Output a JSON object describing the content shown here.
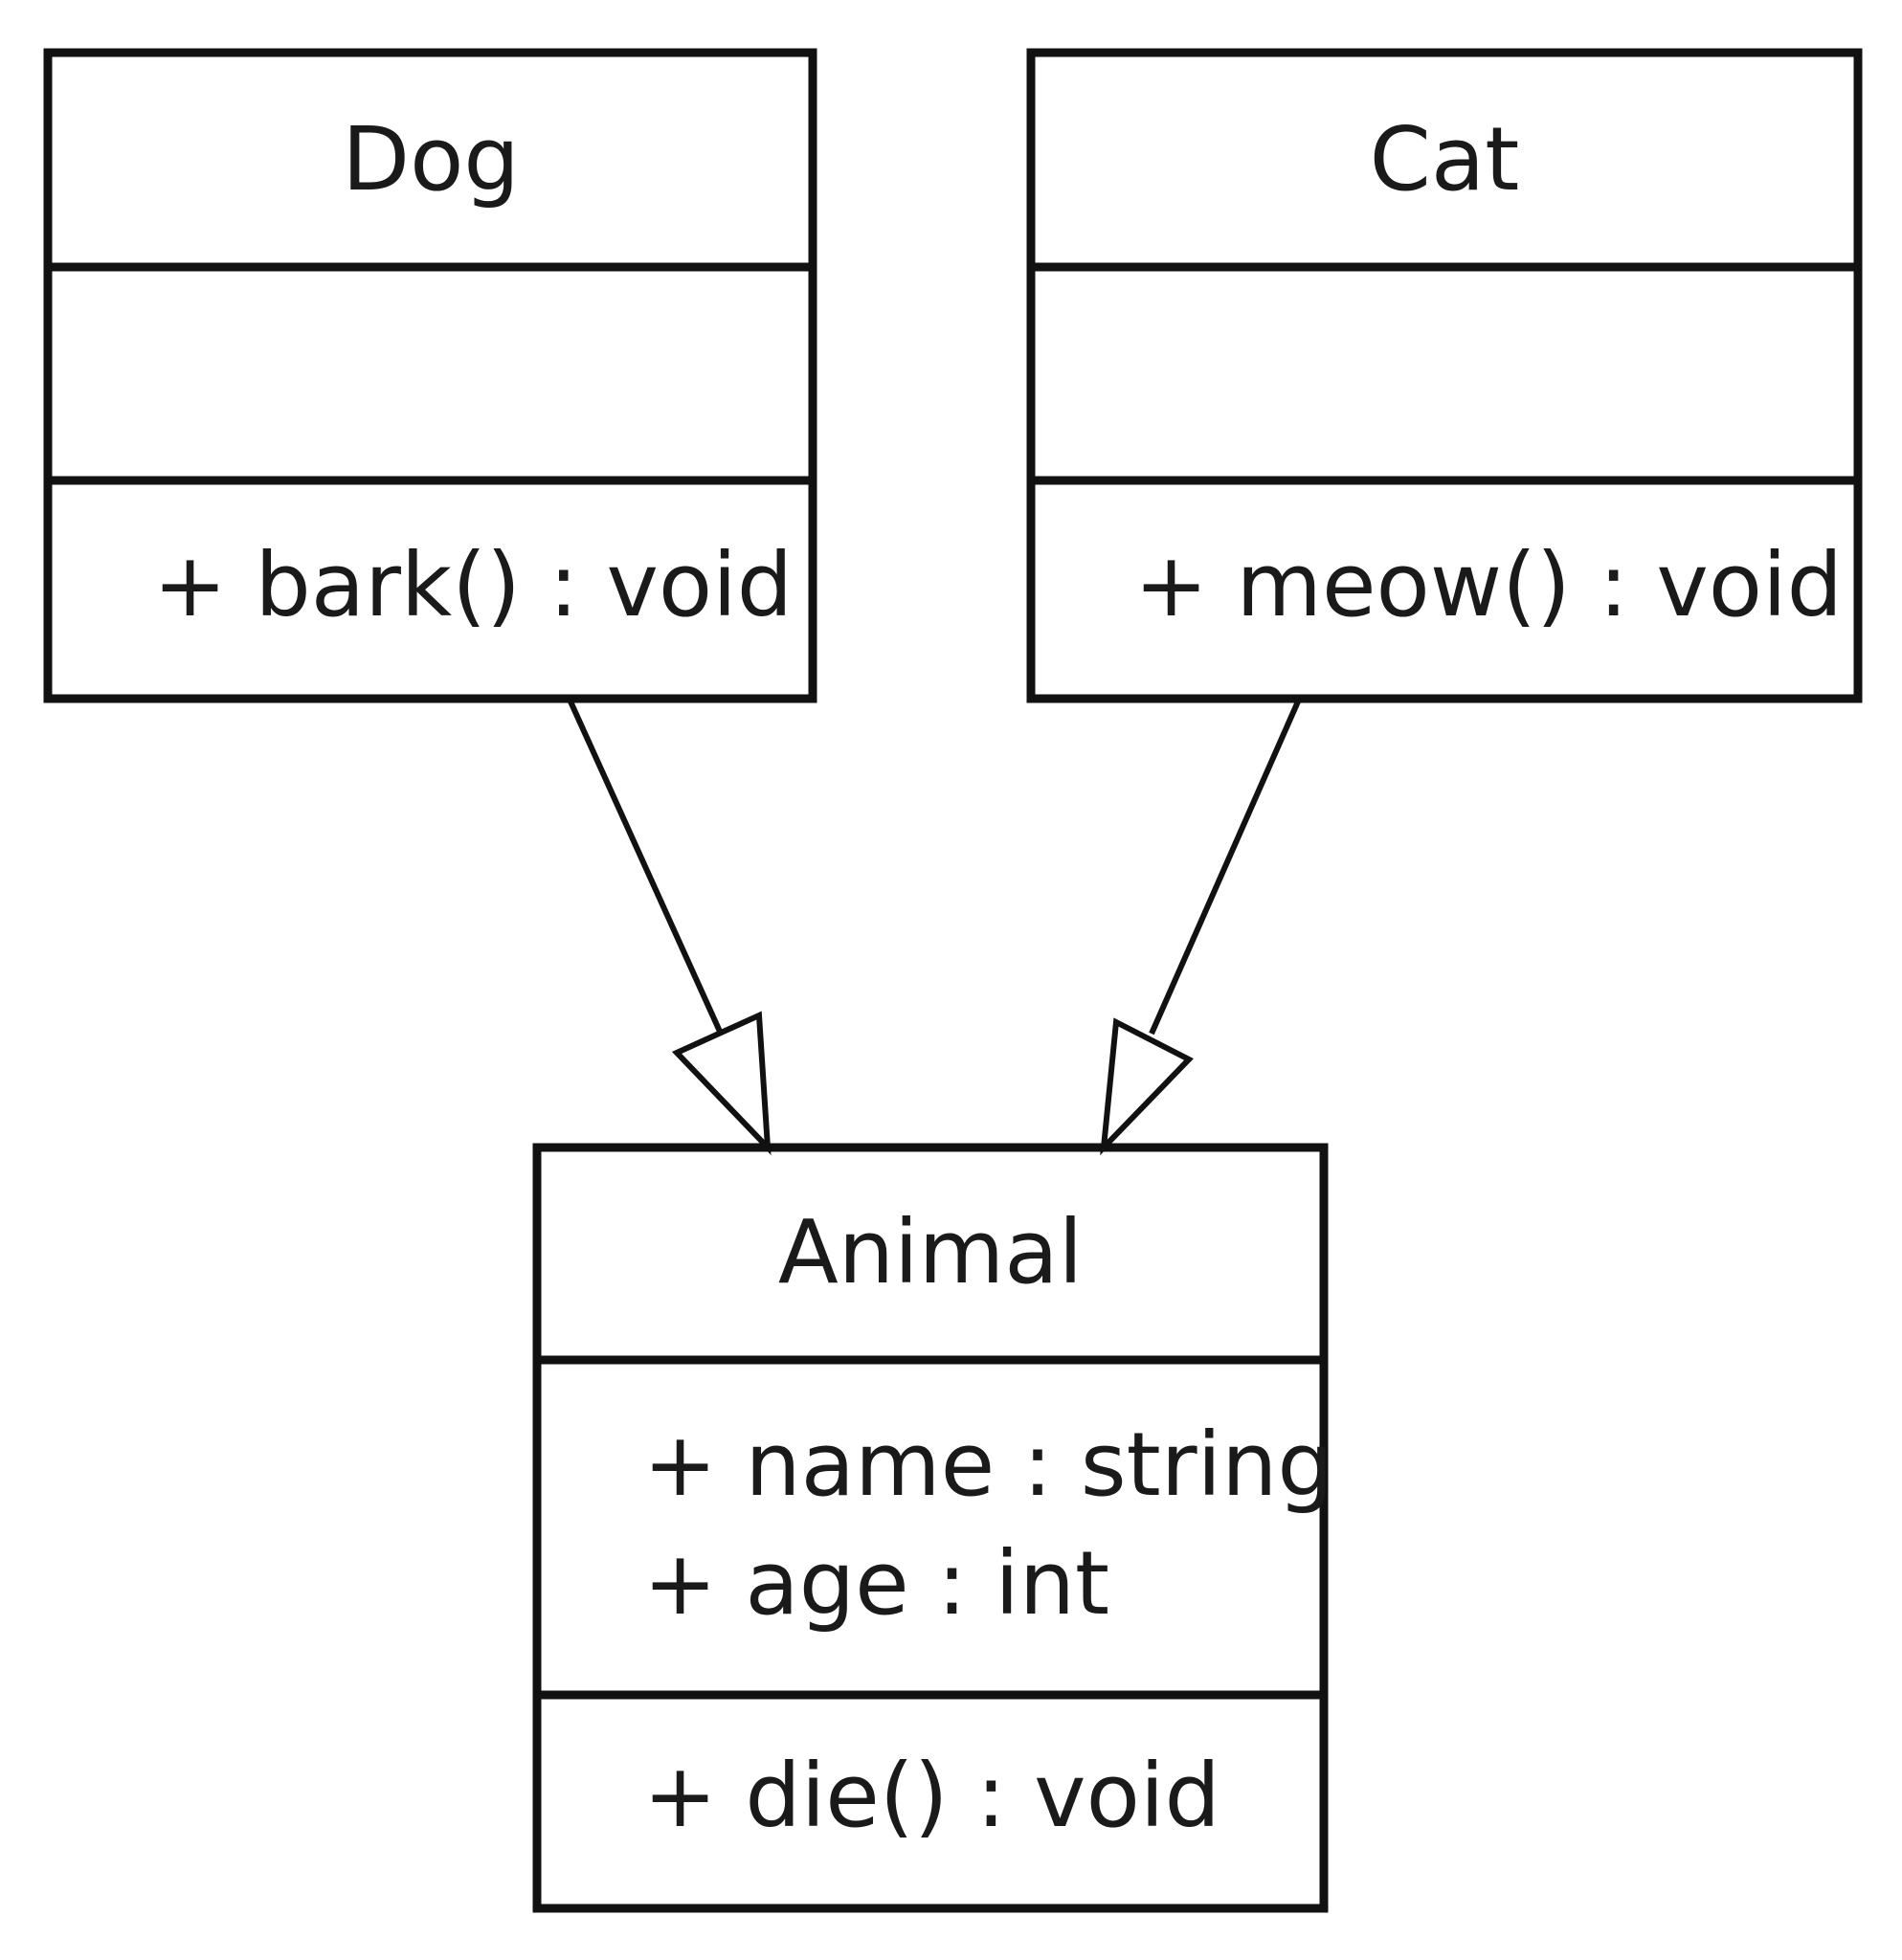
{
  "classes": {
    "dog": {
      "name": "Dog",
      "attributes": [],
      "methods": [
        "+ bark() : void"
      ]
    },
    "cat": {
      "name": "Cat",
      "attributes": [],
      "methods": [
        "+ meow() : void"
      ]
    },
    "animal": {
      "name": "Animal",
      "attributes": [
        "+ name : string",
        "+ age : int"
      ],
      "methods": [
        "+ die() : void"
      ]
    }
  },
  "relations": [
    {
      "from": "Dog",
      "to": "Animal",
      "type": "generalization"
    },
    {
      "from": "Cat",
      "to": "Animal",
      "type": "generalization"
    }
  ]
}
